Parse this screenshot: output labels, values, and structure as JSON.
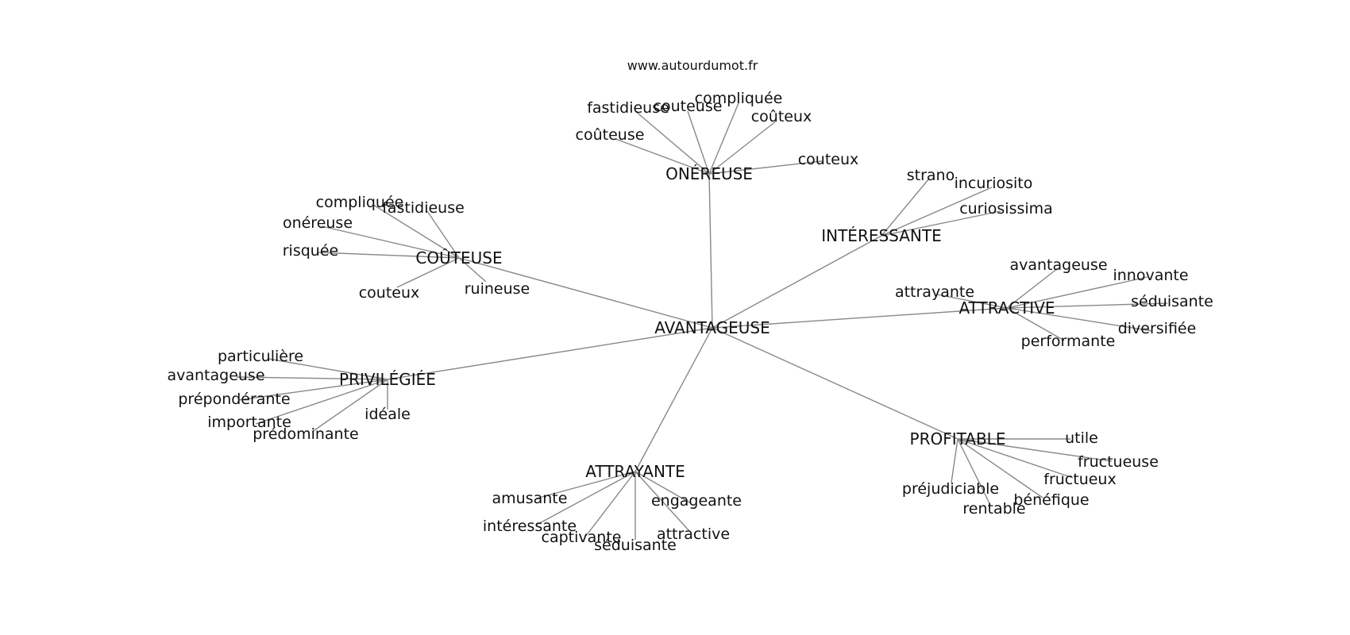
{
  "site": "www.autourdumot.fr",
  "graph": {
    "center": "AVANTAGEUSE",
    "clusters": [
      {
        "hub": "ONÉREUSE",
        "leaves": [
          "compliquée",
          "couteuse",
          "fastidieuse",
          "coûteux",
          "coûteuse",
          "couteux"
        ]
      },
      {
        "hub": "COÛTEUSE",
        "leaves": [
          "compliquée",
          "fastidieuse",
          "onéreuse",
          "risquée",
          "couteux",
          "ruineuse"
        ]
      },
      {
        "hub": "INTÉRESSANTE",
        "leaves": [
          "strano",
          "incuriosito",
          "curiosissima"
        ]
      },
      {
        "hub": "ATTRACTIVE",
        "leaves": [
          "avantageuse",
          "innovante",
          "attrayante",
          "séduisante",
          "diversifiée",
          "performante"
        ]
      },
      {
        "hub": "PRIVILÉGIÉE",
        "leaves": [
          "particulière",
          "avantageuse",
          "prépondérante",
          "importante",
          "prédominante",
          "idéale"
        ]
      },
      {
        "hub": "PROFITABLE",
        "leaves": [
          "utile",
          "fructueuse",
          "fructueux",
          "préjudiciable",
          "bénéfique",
          "rentable"
        ]
      },
      {
        "hub": "ATTRAYANTE",
        "leaves": [
          "amusante",
          "engageante",
          "intéressante",
          "captivante",
          "attractive",
          "séduisante"
        ]
      }
    ]
  }
}
